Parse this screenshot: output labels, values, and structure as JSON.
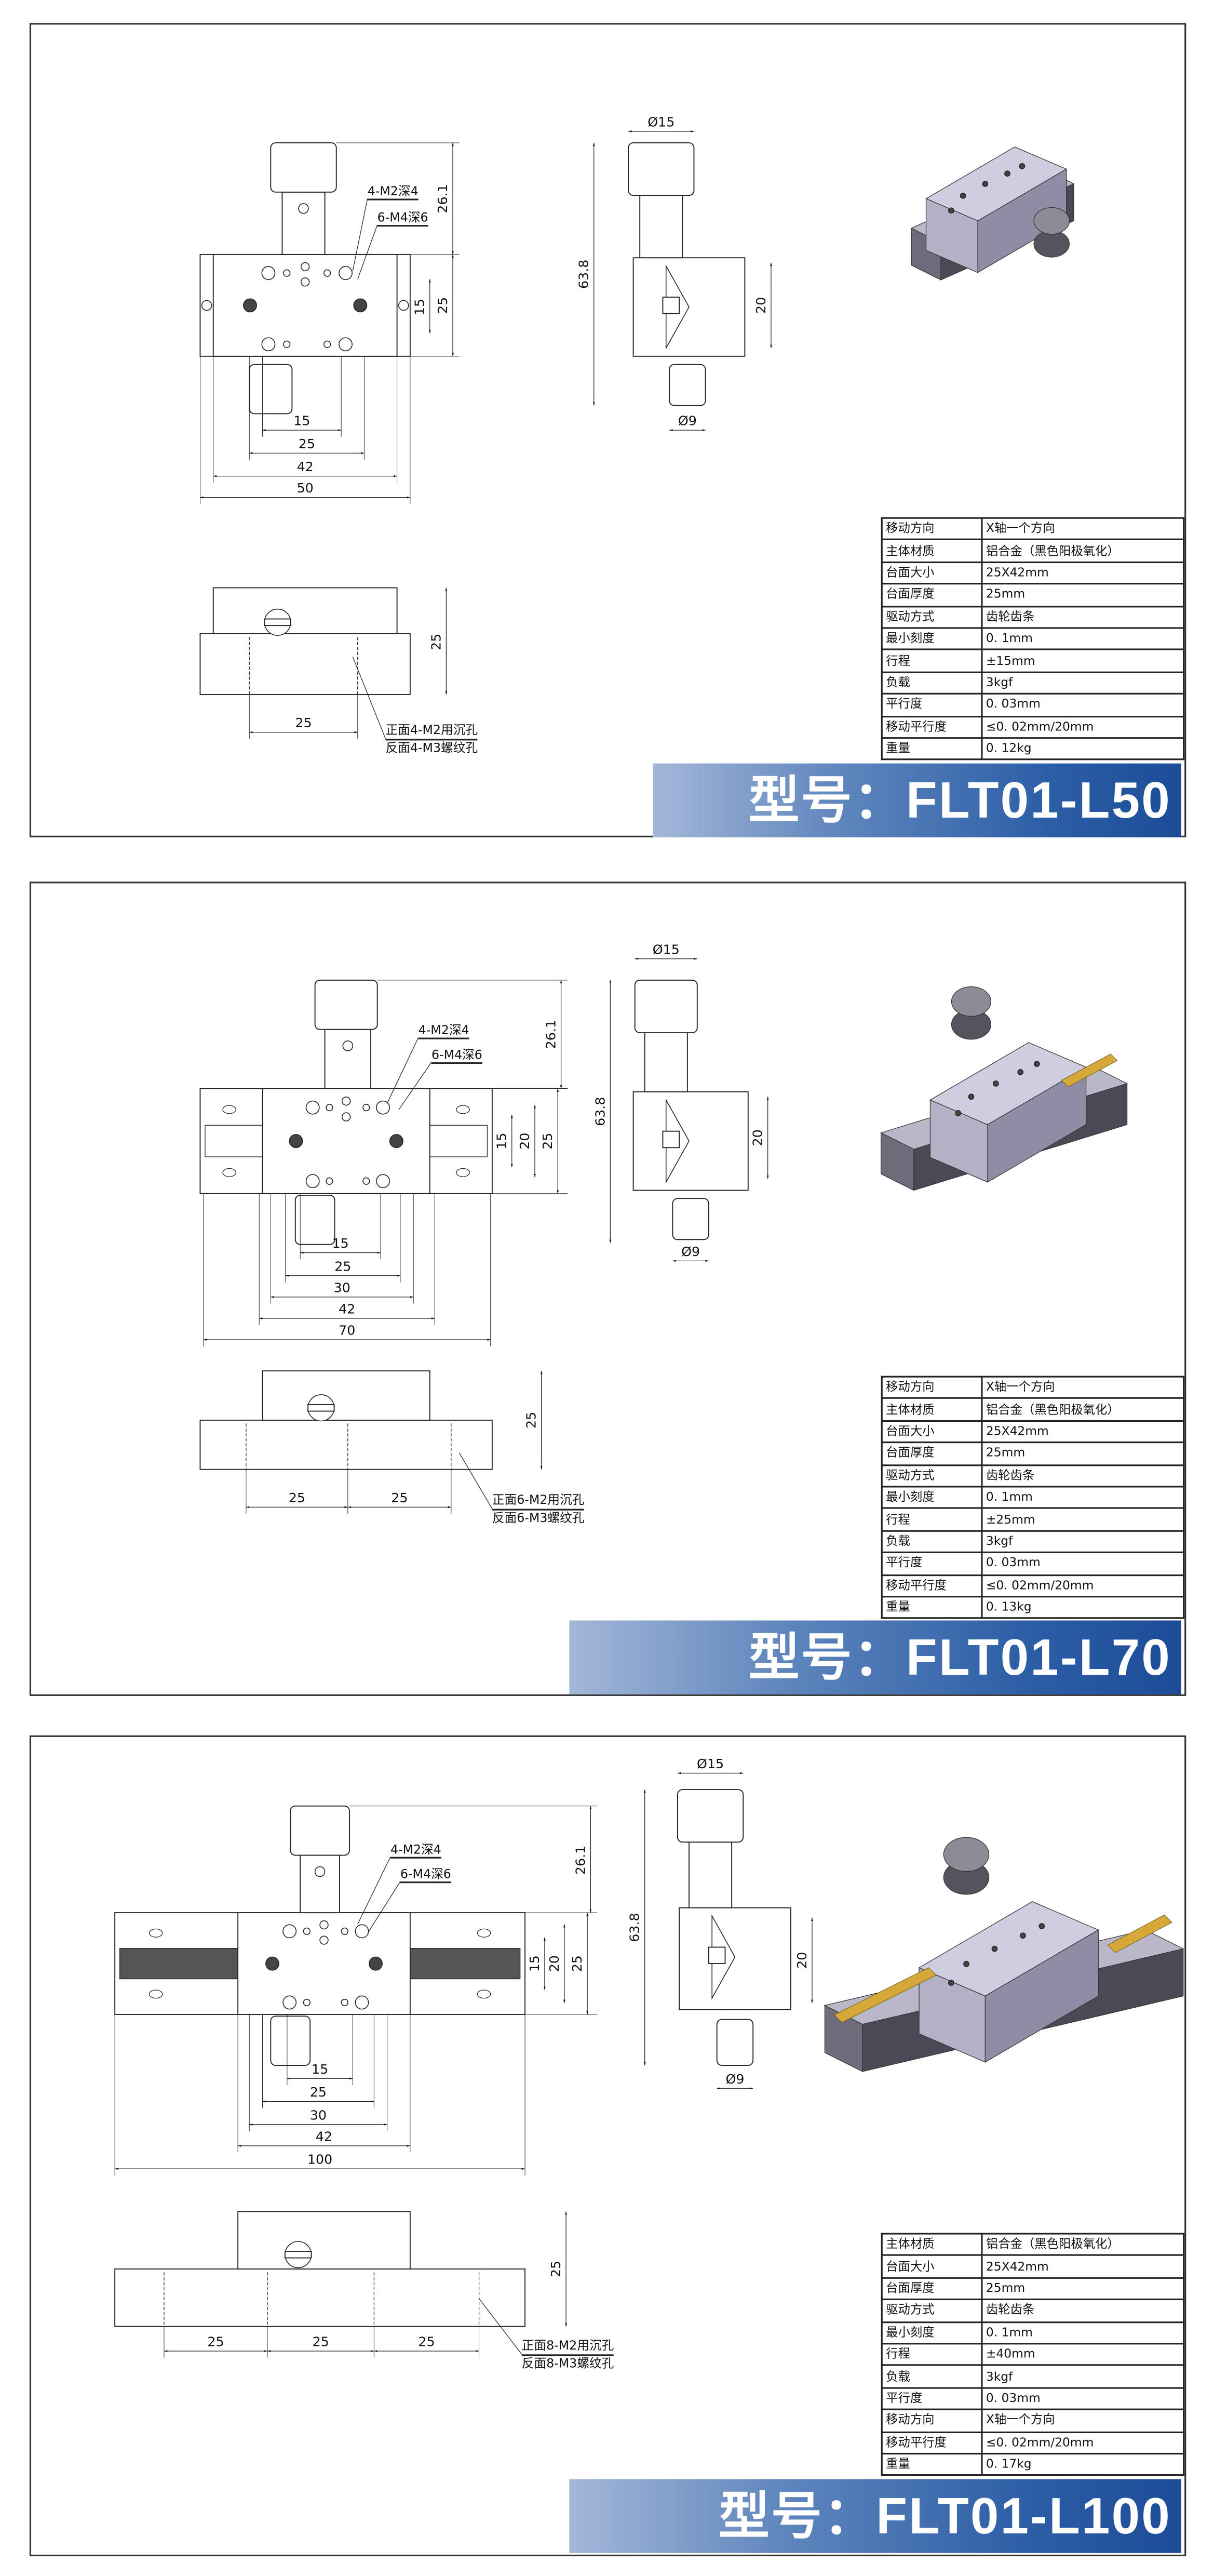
{
  "panels": [
    {
      "model_label": "型号：",
      "model": "FLT01-L50",
      "top_view": {
        "height_dim": "26.1",
        "body_dim": "25",
        "hole_dims": [
          "15"
        ],
        "callout_m2": "4-M2深4",
        "callout_m4": "6-M4深6",
        "width_dims": [
          "15",
          "25",
          "42",
          "50"
        ]
      },
      "side_view": {
        "knob_dia": "Ø15",
        "total_height": "63.8",
        "body_height": "20",
        "shaft_dia": "Ø9"
      },
      "bottom_view": {
        "height_dim": "25",
        "pitch_dims": [
          "25"
        ],
        "note_front": "正面4-M2用沉孔",
        "note_back": "反面4-M3螺纹孔"
      },
      "specs": [
        {
          "label": "移动方向",
          "value": "X轴一个方向"
        },
        {
          "label": "主体材质",
          "value": "铝合金（黑色阳极氧化）"
        },
        {
          "label": "台面大小",
          "value": "25X42mm"
        },
        {
          "label": "台面厚度",
          "value": "25mm"
        },
        {
          "label": "驱动方式",
          "value": "齿轮齿条"
        },
        {
          "label": "最小刻度",
          "value": "0. 1mm"
        },
        {
          "label": "行程",
          "value": "±15mm"
        },
        {
          "label": "负载",
          "value": "3kgf"
        },
        {
          "label": "平行度",
          "value": "0. 03mm"
        },
        {
          "label": "移动平行度",
          "value": "≤0. 02mm/20mm"
        },
        {
          "label": "重量",
          "value": "0. 12kg"
        }
      ]
    },
    {
      "model_label": "型号：",
      "model": "FLT01-L70",
      "top_view": {
        "height_dim": "26.1",
        "body_dim": "25",
        "hole_dims": [
          "20",
          "15"
        ],
        "callout_m2": "4-M2深4",
        "callout_m4": "6-M4深6",
        "width_dims": [
          "15",
          "25",
          "30",
          "42",
          "70"
        ]
      },
      "side_view": {
        "knob_dia": "Ø15",
        "total_height": "63.8",
        "body_height": "20",
        "shaft_dia": "Ø9"
      },
      "bottom_view": {
        "height_dim": "25",
        "pitch_dims": [
          "25",
          "25"
        ],
        "note_front": "正面6-M2用沉孔",
        "note_back": "反面6-M3螺纹孔"
      },
      "specs": [
        {
          "label": "移动方向",
          "value": "X轴一个方向"
        },
        {
          "label": "主体材质",
          "value": "铝合金（黑色阳极氧化）"
        },
        {
          "label": "台面大小",
          "value": "25X42mm"
        },
        {
          "label": "台面厚度",
          "value": "25mm"
        },
        {
          "label": "驱动方式",
          "value": "齿轮齿条"
        },
        {
          "label": "最小刻度",
          "value": "0. 1mm"
        },
        {
          "label": "行程",
          "value": "±25mm"
        },
        {
          "label": "负载",
          "value": "3kgf"
        },
        {
          "label": "平行度",
          "value": "0. 03mm"
        },
        {
          "label": "移动平行度",
          "value": "≤0. 02mm/20mm"
        },
        {
          "label": "重量",
          "value": "0. 13kg"
        }
      ]
    },
    {
      "model_label": "型号：",
      "model": "FLT01-L100",
      "top_view": {
        "height_dim": "26.1",
        "body_dim": "25",
        "hole_dims": [
          "20",
          "15"
        ],
        "callout_m2": "4-M2深4",
        "callout_m4": "6-M4深6",
        "width_dims": [
          "15",
          "25",
          "30",
          "42",
          "100"
        ]
      },
      "side_view": {
        "knob_dia": "Ø15",
        "total_height": "63.8",
        "body_height": "20",
        "shaft_dia": "Ø9"
      },
      "bottom_view": {
        "height_dim": "25",
        "pitch_dims": [
          "25",
          "25",
          "25"
        ],
        "note_front": "正面8-M2用沉孔",
        "note_back": "反面8-M3螺纹孔"
      },
      "specs": [
        {
          "label": "主体材质",
          "value": "铝合金（黑色阳极氧化）"
        },
        {
          "label": "台面大小",
          "value": "25X42mm"
        },
        {
          "label": "台面厚度",
          "value": "25mm"
        },
        {
          "label": "驱动方式",
          "value": "齿轮齿条"
        },
        {
          "label": "最小刻度",
          "value": "0. 1mm"
        },
        {
          "label": "行程",
          "value": "±40mm"
        },
        {
          "label": "负载",
          "value": "3kgf"
        },
        {
          "label": "平行度",
          "value": "0. 03mm"
        },
        {
          "label": "移动方向",
          "value": "X轴一个方向"
        },
        {
          "label": "移动平行度",
          "value": "≤0. 02mm/20mm"
        },
        {
          "label": "重量",
          "value": "0. 17kg"
        }
      ]
    }
  ]
}
